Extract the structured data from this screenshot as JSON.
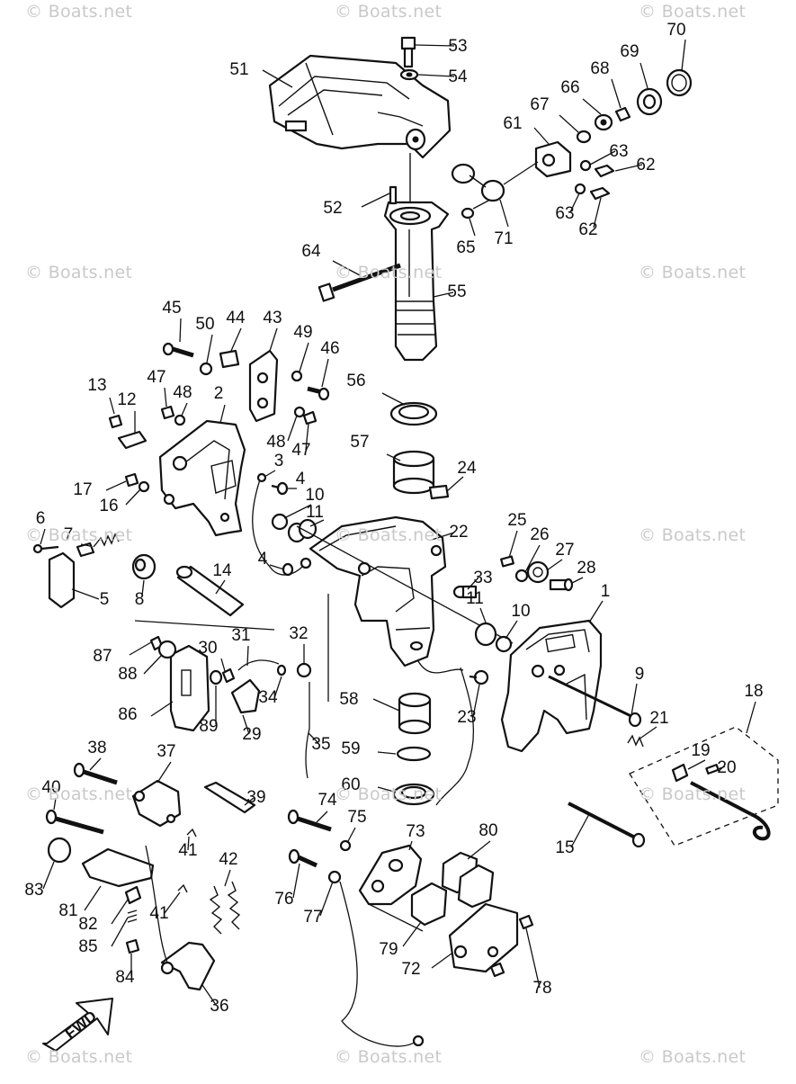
{
  "watermark": "© Boats.net",
  "fwd_label": "FWD",
  "callouts": [
    {
      "id": "1",
      "label": "1"
    },
    {
      "id": "2",
      "label": "2"
    },
    {
      "id": "3",
      "label": "3"
    },
    {
      "id": "4a",
      "label": "4"
    },
    {
      "id": "4b",
      "label": "4"
    },
    {
      "id": "5",
      "label": "5"
    },
    {
      "id": "6",
      "label": "6"
    },
    {
      "id": "7",
      "label": "7"
    },
    {
      "id": "8",
      "label": "8"
    },
    {
      "id": "9",
      "label": "9"
    },
    {
      "id": "10a",
      "label": "10"
    },
    {
      "id": "10b",
      "label": "10"
    },
    {
      "id": "11a",
      "label": "11"
    },
    {
      "id": "11b",
      "label": "11"
    },
    {
      "id": "12",
      "label": "12"
    },
    {
      "id": "13",
      "label": "13"
    },
    {
      "id": "14",
      "label": "14"
    },
    {
      "id": "15",
      "label": "15"
    },
    {
      "id": "16",
      "label": "16"
    },
    {
      "id": "17",
      "label": "17"
    },
    {
      "id": "18",
      "label": "18"
    },
    {
      "id": "19",
      "label": "19"
    },
    {
      "id": "20",
      "label": "20"
    },
    {
      "id": "21",
      "label": "21"
    },
    {
      "id": "22",
      "label": "22"
    },
    {
      "id": "23",
      "label": "23"
    },
    {
      "id": "24",
      "label": "24"
    },
    {
      "id": "25",
      "label": "25"
    },
    {
      "id": "26",
      "label": "26"
    },
    {
      "id": "27",
      "label": "27"
    },
    {
      "id": "28",
      "label": "28"
    },
    {
      "id": "29",
      "label": "29"
    },
    {
      "id": "30",
      "label": "30"
    },
    {
      "id": "31",
      "label": "31"
    },
    {
      "id": "32",
      "label": "32"
    },
    {
      "id": "33",
      "label": "33"
    },
    {
      "id": "34",
      "label": "34"
    },
    {
      "id": "35",
      "label": "35"
    },
    {
      "id": "36",
      "label": "36"
    },
    {
      "id": "37",
      "label": "37"
    },
    {
      "id": "38",
      "label": "38"
    },
    {
      "id": "39",
      "label": "39"
    },
    {
      "id": "40",
      "label": "40"
    },
    {
      "id": "41a",
      "label": "41"
    },
    {
      "id": "41b",
      "label": "41"
    },
    {
      "id": "42",
      "label": "42"
    },
    {
      "id": "43",
      "label": "43"
    },
    {
      "id": "44",
      "label": "44"
    },
    {
      "id": "45",
      "label": "45"
    },
    {
      "id": "46",
      "label": "46"
    },
    {
      "id": "47a",
      "label": "47"
    },
    {
      "id": "47b",
      "label": "47"
    },
    {
      "id": "48a",
      "label": "48"
    },
    {
      "id": "48b",
      "label": "48"
    },
    {
      "id": "49",
      "label": "49"
    },
    {
      "id": "50",
      "label": "50"
    },
    {
      "id": "51",
      "label": "51"
    },
    {
      "id": "52",
      "label": "52"
    },
    {
      "id": "53",
      "label": "53"
    },
    {
      "id": "54",
      "label": "54"
    },
    {
      "id": "55",
      "label": "55"
    },
    {
      "id": "56",
      "label": "56"
    },
    {
      "id": "57",
      "label": "57"
    },
    {
      "id": "58",
      "label": "58"
    },
    {
      "id": "59",
      "label": "59"
    },
    {
      "id": "60",
      "label": "60"
    },
    {
      "id": "61",
      "label": "61"
    },
    {
      "id": "62a",
      "label": "62"
    },
    {
      "id": "62b",
      "label": "62"
    },
    {
      "id": "63a",
      "label": "63"
    },
    {
      "id": "63b",
      "label": "63"
    },
    {
      "id": "64",
      "label": "64"
    },
    {
      "id": "65",
      "label": "65"
    },
    {
      "id": "66",
      "label": "66"
    },
    {
      "id": "67",
      "label": "67"
    },
    {
      "id": "68",
      "label": "68"
    },
    {
      "id": "69",
      "label": "69"
    },
    {
      "id": "70",
      "label": "70"
    },
    {
      "id": "71",
      "label": "71"
    },
    {
      "id": "72",
      "label": "72"
    },
    {
      "id": "73",
      "label": "73"
    },
    {
      "id": "74",
      "label": "74"
    },
    {
      "id": "75",
      "label": "75"
    },
    {
      "id": "76",
      "label": "76"
    },
    {
      "id": "77",
      "label": "77"
    },
    {
      "id": "78",
      "label": "78"
    },
    {
      "id": "79",
      "label": "79"
    },
    {
      "id": "80",
      "label": "80"
    },
    {
      "id": "81",
      "label": "81"
    },
    {
      "id": "82",
      "label": "82"
    },
    {
      "id": "83",
      "label": "83"
    },
    {
      "id": "84",
      "label": "84"
    },
    {
      "id": "85",
      "label": "85"
    },
    {
      "id": "86",
      "label": "86"
    },
    {
      "id": "87",
      "label": "87"
    },
    {
      "id": "88",
      "label": "88"
    },
    {
      "id": "89",
      "label": "89"
    }
  ]
}
